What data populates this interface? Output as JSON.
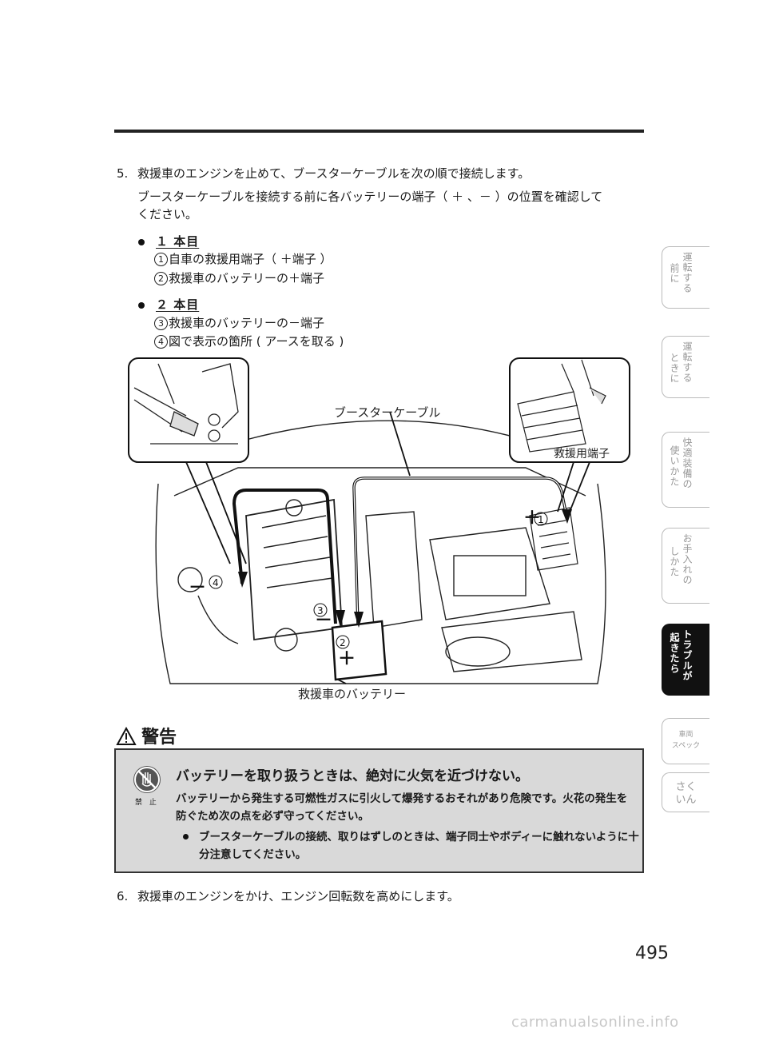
{
  "step5": {
    "number": "5.",
    "text": "救援車のエンジンを止めて、ブースターケーブルを次の順で接続します。",
    "note_line1": "ブースターケーブルを接続する前に各バッテリーの端子（ ＋ 、－ ）の位置を確認して",
    "note_line2": "ください。"
  },
  "cable1": {
    "label": "１ 本目",
    "items": [
      {
        "num": "1",
        "text": "自車の救援用端子（ ＋端子 ）"
      },
      {
        "num": "2",
        "text": "救援車のバッテリーの＋端子"
      }
    ]
  },
  "cable2": {
    "label": "２ 本目",
    "items": [
      {
        "num": "3",
        "text": "救援車のバッテリーの－端子"
      },
      {
        "num": "4",
        "text": "図で表示の箇所 ( アースを取る )"
      }
    ]
  },
  "illustration": {
    "label_cable": "ブースターケーブル",
    "label_terminal": "救援用端子",
    "label_battery": "救援車のバッテリー",
    "m1": "1",
    "m2": "2",
    "m3": "3",
    "m4": "4",
    "plus": "＋",
    "minus": "－"
  },
  "warning": {
    "heading": "警告",
    "title": "バッテリーを取り扱うときは、絶対に火気を近づけない。",
    "body": "バッテリーから発生する可燃性ガスに引火して爆発するおそれがあり危険です。火花の発生を防ぐため次の点を必ず守ってください。",
    "bullet": "ブースターケーブルの接続、取りはずしのときは、端子同士やボディーに触れないように十分注意してください。",
    "prohibit_label": "禁 止"
  },
  "step6": {
    "number": "6.",
    "text": "救援車のエンジンをかけ、エンジン回転数を高めにします。"
  },
  "tabs": {
    "t1a": "運転する",
    "t1b": "前に",
    "t2a": "運転する",
    "t2b": "ときに",
    "t3a": "快適装備の",
    "t3b": "使いかた",
    "t4a": "お手入れの",
    "t4b": "しかた",
    "t5a": "トラブルが",
    "t5b": "起きたら",
    "t6a": "車両",
    "t6b": "スペック",
    "t7a": "さく",
    "t7b": "いん"
  },
  "page_number": "495",
  "watermark": "carmanualsonline.info"
}
